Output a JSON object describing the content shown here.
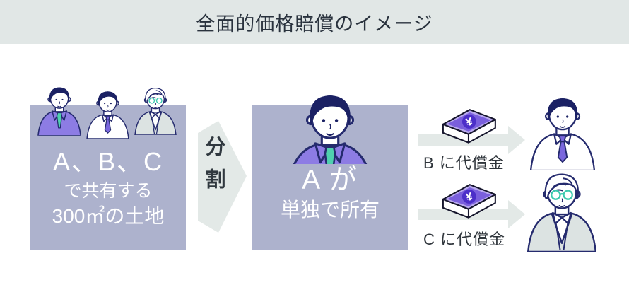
{
  "title": "全面的価格賠償のイメージ",
  "left_box": {
    "owners": "A、B、C",
    "desc_line1": "で共有する",
    "desc_line2": "300㎡の土地"
  },
  "split_arrow": {
    "label": "分割"
  },
  "center_box": {
    "owner": "A が",
    "desc": "単独で所有"
  },
  "compensation_rows": [
    {
      "label": "B に代償金",
      "icon": "money-stack-icon",
      "arrow": "arrow-right-icon",
      "person": "person-b-icon"
    },
    {
      "label": "C に代償金",
      "icon": "money-stack-icon",
      "arrow": "arrow-right-icon",
      "person": "person-c-icon"
    }
  ],
  "money_symbol": "¥",
  "colors": {
    "title_bar_bg": "#e1e7e6",
    "box_bg": "#adb2cd",
    "arrow_fill": "#e3e9e7",
    "suit_purple": "#8d7ce4",
    "money_purple": "#7a5fdd",
    "money_circle": "#4c2fc9",
    "tie_teal": "#4fd0ae",
    "tie_purple": "#7a67dd",
    "jacket_gray": "#dce3e2",
    "outline_navy": "#252b6e",
    "hair_navy": "#1b2164",
    "text_dark": "#2f353b",
    "text_light": "#ffffff"
  }
}
